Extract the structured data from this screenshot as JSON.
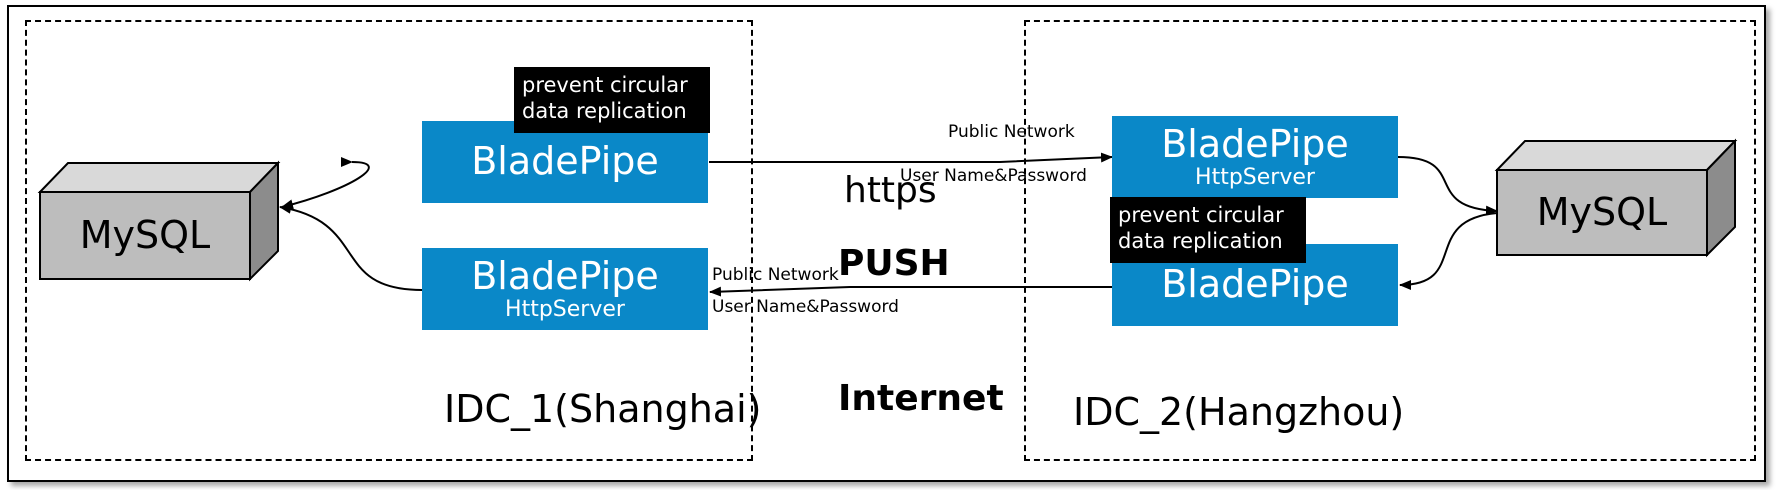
{
  "zones": {
    "left_title": "IDC_1(Shanghai)",
    "right_title": "IDC_2(Hangzhou)",
    "middle_title": "Internet"
  },
  "left": {
    "mysql_label": "MySQL",
    "bladepipe_label": "BladePipe",
    "httpserver_main": "BladePipe",
    "httpserver_sub": "HttpServer",
    "note": [
      "prevent circular",
      "data replication"
    ]
  },
  "right": {
    "mysql_label": "MySQL",
    "httpserver_main": "BladePipe",
    "httpserver_sub": "HttpServer",
    "bladepipe_label": "BladePipe",
    "note": [
      "prevent circular",
      "data replication"
    ]
  },
  "links": {
    "top_network": "Public Network",
    "top_auth": "User Name&Password",
    "top_protocol": "https",
    "bottom_network": "Public Network",
    "bottom_auth": "User Name&Password",
    "bottom_protocol": "PUSH"
  },
  "colors": {
    "node_blue": "#0a88c8",
    "db_front": "#bdbdbd",
    "db_top": "#d9d9d9",
    "db_side": "#8c8c8c",
    "note_bg": "#000000"
  }
}
